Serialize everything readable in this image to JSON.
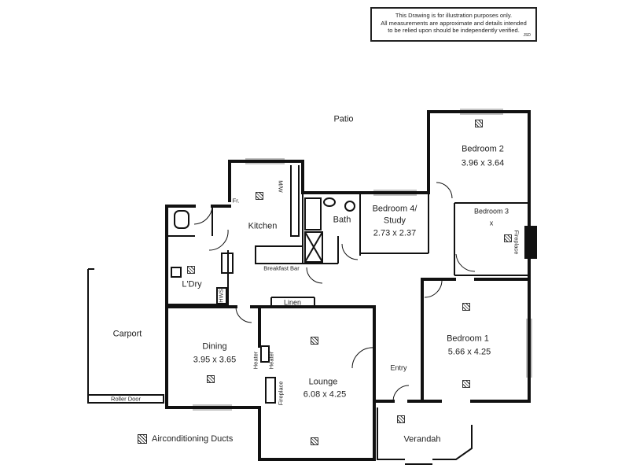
{
  "disclaimer": {
    "line1": "This Drawing is for illustration purposes only.",
    "line2": "All measurements are approximate and details intended",
    "line3": "to be relied upon should be independently verified.",
    "ref": "JSD"
  },
  "labels": {
    "patio": "Patio",
    "bedroom2": "Bedroom 2",
    "bedroom2_dim": "3.96 x 3.64",
    "bedroom3": "Bedroom 3",
    "bedroom3_mark": "x",
    "bedroom4": "Bedroom 4/",
    "bedroom4_sub": "Study",
    "bedroom4_dim": "2.73 x 2.37",
    "bath": "Bath",
    "kitchen": "Kitchen",
    "fridge": "Fr.",
    "microwave": "M/W",
    "laundry": "L'Dry",
    "breakfast_bar": "Breakfast Bar",
    "linen": "Linen",
    "bedroom1": "Bedroom 1",
    "bedroom1_dim": "5.66 x 4.25",
    "carport": "Carport",
    "roller_door": "Roller Door",
    "dining": "Dining",
    "dining_dim": "3.95 x 3.65",
    "heater1": "Heater",
    "heater2": "Heater",
    "lounge": "Lounge",
    "lounge_dim": "6.08 x 4.25",
    "fireplace_lounge": "Fireplace",
    "fireplace_bed": "Fireplace",
    "entry": "Entry",
    "verandah": "Verandah",
    "hws": "HWS"
  },
  "legend": {
    "label": "Airconditioning Ducts"
  }
}
